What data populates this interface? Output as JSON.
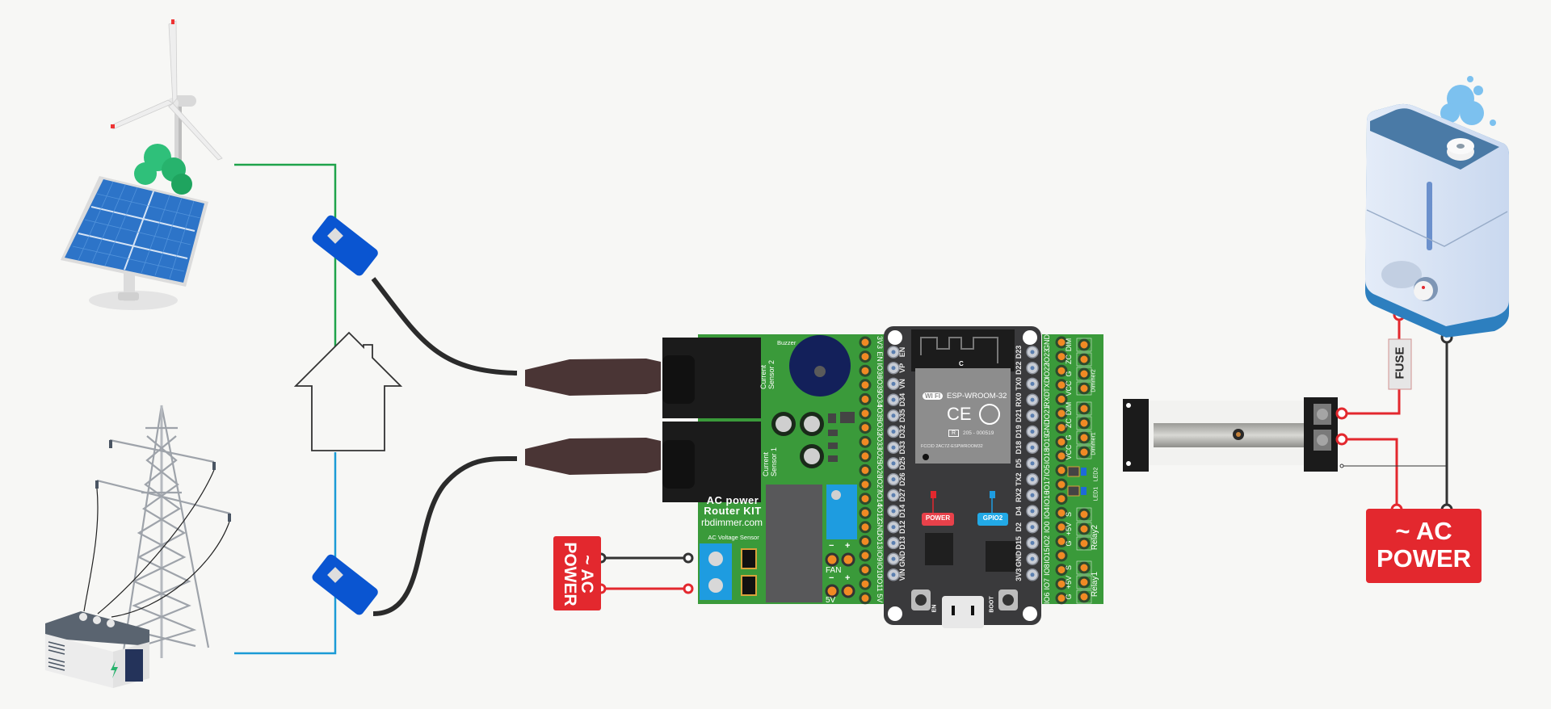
{
  "diagram": {
    "title": "AC power Router KIT wiring diagram",
    "sources": {
      "renewable": {
        "label": "Solar panel and wind turbine",
        "line_color": "#1fa34a"
      },
      "grid": {
        "label": "Power grid tower and transformer",
        "line_color": "#1b9bd6"
      }
    },
    "house": {
      "label": "House"
    },
    "current_sensors": [
      {
        "name": "Current clamp sensor (renewable line)",
        "color": "#0a55d1"
      },
      {
        "name": "Current clamp sensor (grid line)",
        "color": "#0a55d1"
      }
    ],
    "shield": {
      "brand_line1": "AC power",
      "brand_line2": "Router KIT",
      "website": "rbdimmer.com",
      "buzzer_label": "Buzzer",
      "current_sensor_2": [
        "Current",
        "Sensor 2"
      ],
      "current_sensor_1": [
        "Current",
        "Sensor 1"
      ],
      "ac_voltage_sensor": "AC Voltage Sensor",
      "fan_label": "FAN",
      "fiveV_label": "5V",
      "minus": "−",
      "plus": "+",
      "left_header_pins": [
        "3V3",
        "EN",
        "IO36",
        "IO39",
        "IO34",
        "IO35",
        "IO32",
        "IO33",
        "IO25",
        "IO26",
        "IO27",
        "IO14",
        "IO12",
        "GND",
        "IO13",
        "IO9",
        "IO10",
        "IO11",
        "5V"
      ],
      "right_header_pins": [
        "GND",
        "IO23",
        "IO22",
        "TXD",
        "RXD",
        "IO21",
        "GND",
        "IO19",
        "IO18",
        "IO5",
        "IO17",
        "IO16",
        "IO4",
        "IO0",
        "IO2",
        "IO15",
        "IO8",
        "IO7",
        "IO6"
      ],
      "dimmer2": {
        "label": "Dimmer2",
        "pins": [
          "DIM",
          "ZC",
          "G",
          "VCC"
        ]
      },
      "dimmer1": {
        "label": "Dimmer1",
        "pins": [
          "DIM",
          "ZC",
          "G",
          "VCC"
        ]
      },
      "led2": "LED2",
      "led1": "LED1",
      "relay2": {
        "label": "Relay2",
        "pins": [
          "S",
          "+5V",
          "G"
        ]
      },
      "relay1": {
        "label": "Relay1",
        "pins": [
          "S",
          "+5V",
          "G"
        ]
      }
    },
    "esp32": {
      "module_name": "ESP-WROOM-32",
      "wifi_badge": "WI FI",
      "ce_mark": "CE",
      "cert_r": "R",
      "cert_number": "205 - 000519",
      "fcc_id": "FCCID 2AC7Z-ESPWROOM32",
      "antenna_mark": "C",
      "left_pins": [
        "EN",
        "VP",
        "VN",
        "D34",
        "D35",
        "D32",
        "D33",
        "D25",
        "D26",
        "D27",
        "D14",
        "D12",
        "D13",
        "GND",
        "VIN"
      ],
      "right_pins": [
        "D23",
        "D22",
        "TX0",
        "RX0",
        "D21",
        "D19",
        "D18",
        "D5",
        "TX2",
        "RX2",
        "D4",
        "D2",
        "D15",
        "GND",
        "3V3"
      ],
      "power_led_label": "POWER",
      "gpio_led_label": "GPIO2",
      "en_button": "EN",
      "boot_button": "BOOT"
    },
    "ac_power_left": {
      "line1": "~ AC",
      "line2": "POWER",
      "color": "#e3282e"
    },
    "ac_power_right": {
      "line1": "~ AC",
      "line2": "POWER",
      "color": "#e3282e"
    },
    "fuse": {
      "label": "FUSE"
    },
    "ssr": {
      "label": "Solid state relay dimmer module"
    },
    "load": {
      "label": "Humidifier (load)"
    },
    "colors": {
      "live": "#e3282e",
      "neutral": "#333333",
      "pcb_green": "#3a9a3a",
      "esp_board": "#3a3a3c"
    }
  }
}
